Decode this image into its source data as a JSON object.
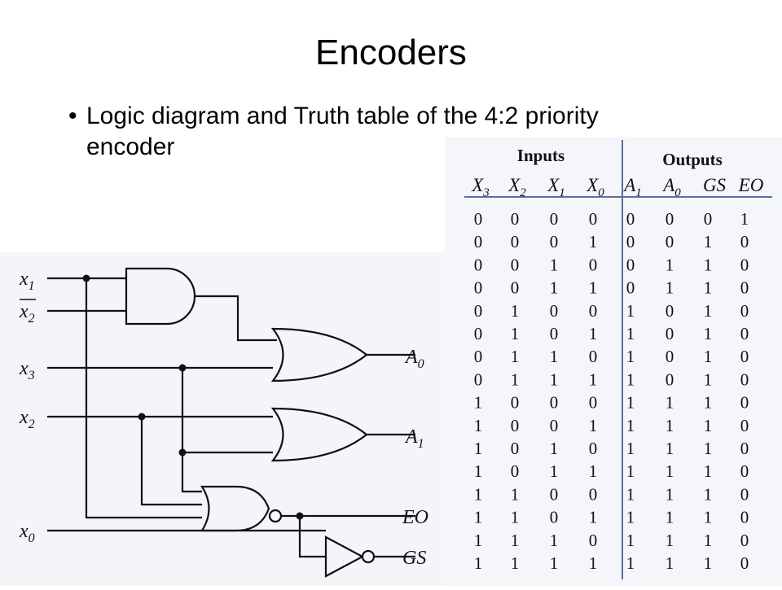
{
  "slide": {
    "title": "Encoders",
    "bullet": "Logic diagram and Truth table of the 4:2 priority encoder"
  },
  "diagram": {
    "inputs": [
      {
        "base": "x",
        "sub": "1"
      },
      {
        "base": "x",
        "sub": "2",
        "overbar": true
      },
      {
        "base": "x",
        "sub": "3"
      },
      {
        "base": "x",
        "sub": "2"
      },
      {
        "base": "x",
        "sub": "0"
      }
    ],
    "outputs": [
      {
        "base": "A",
        "sub": "0"
      },
      {
        "base": "A",
        "sub": "1"
      },
      {
        "base": "EO",
        "sub": ""
      },
      {
        "base": "GS",
        "sub": ""
      }
    ]
  },
  "truth_table": {
    "groups": [
      "Inputs",
      "Outputs"
    ],
    "columns": [
      {
        "base": "X",
        "sub": "3"
      },
      {
        "base": "X",
        "sub": "2"
      },
      {
        "base": "X",
        "sub": "1"
      },
      {
        "base": "X",
        "sub": "0"
      },
      {
        "base": "A",
        "sub": "1"
      },
      {
        "base": "A",
        "sub": "0"
      },
      {
        "base": "GS",
        "sub": ""
      },
      {
        "base": "EO",
        "sub": ""
      }
    ],
    "rows": [
      [
        "0",
        "0",
        "0",
        "0",
        "0",
        "0",
        "0",
        "1"
      ],
      [
        "0",
        "0",
        "0",
        "1",
        "0",
        "0",
        "1",
        "0"
      ],
      [
        "0",
        "0",
        "1",
        "0",
        "0",
        "1",
        "1",
        "0"
      ],
      [
        "0",
        "0",
        "1",
        "1",
        "0",
        "1",
        "1",
        "0"
      ],
      [
        "0",
        "1",
        "0",
        "0",
        "1",
        "0",
        "1",
        "0"
      ],
      [
        "0",
        "1",
        "0",
        "1",
        "1",
        "0",
        "1",
        "0"
      ],
      [
        "0",
        "1",
        "1",
        "0",
        "1",
        "0",
        "1",
        "0"
      ],
      [
        "0",
        "1",
        "1",
        "1",
        "1",
        "0",
        "1",
        "0"
      ],
      [
        "1",
        "0",
        "0",
        "0",
        "1",
        "1",
        "1",
        "0"
      ],
      [
        "1",
        "0",
        "0",
        "1",
        "1",
        "1",
        "1",
        "0"
      ],
      [
        "1",
        "0",
        "1",
        "0",
        "1",
        "1",
        "1",
        "0"
      ],
      [
        "1",
        "0",
        "1",
        "1",
        "1",
        "1",
        "1",
        "0"
      ],
      [
        "1",
        "1",
        "0",
        "0",
        "1",
        "1",
        "1",
        "0"
      ],
      [
        "1",
        "1",
        "0",
        "1",
        "1",
        "1",
        "1",
        "0"
      ],
      [
        "1",
        "1",
        "1",
        "0",
        "1",
        "1",
        "1",
        "0"
      ],
      [
        "1",
        "1",
        "1",
        "1",
        "1",
        "1",
        "1",
        "0"
      ]
    ]
  }
}
